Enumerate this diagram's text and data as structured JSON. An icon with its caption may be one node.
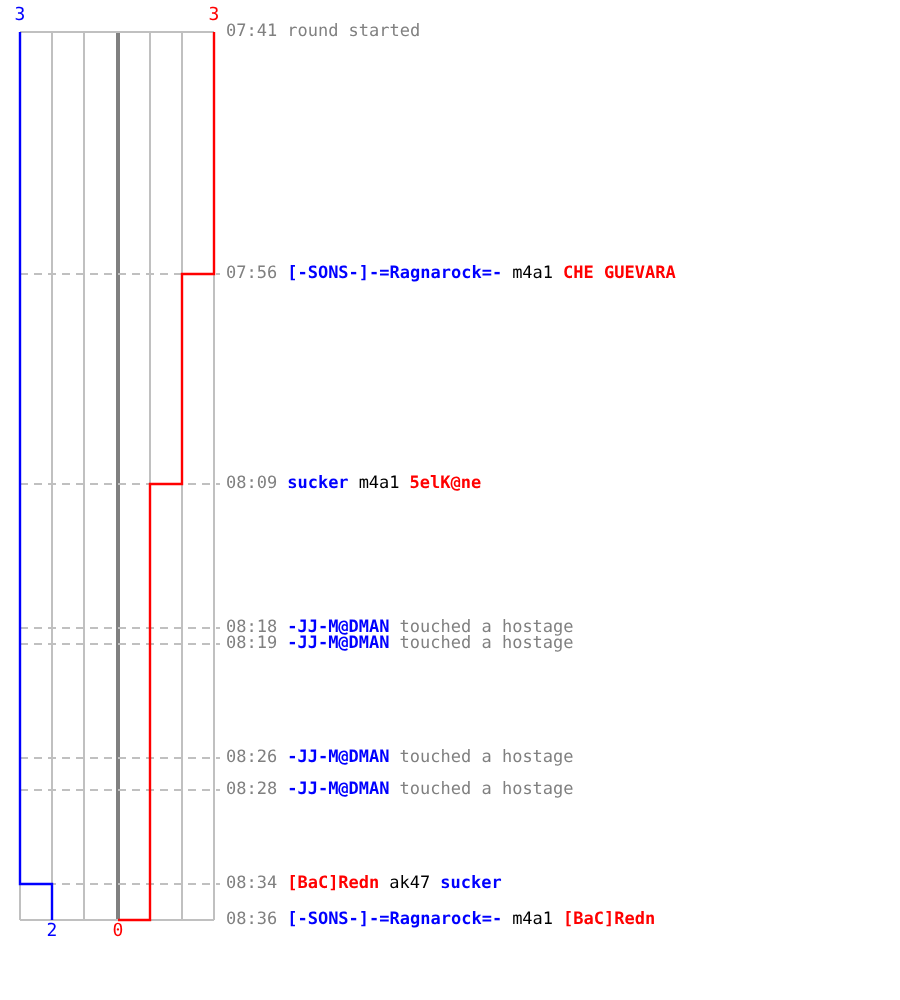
{
  "diagram": {
    "labels": [
      "3",
      "3",
      "07:41",
      "round started",
      "07:56",
      "[-SONS-]-=Ragnarock=-",
      "m4a1",
      "CHE GUEVARA",
      "08:09",
      "sucker",
      "m4a1",
      "5elK@ne",
      "08:18",
      "-JJ-M@DMAN",
      "touched a hostage",
      "08:19",
      "-JJ-M@DMAN",
      "touched a hostage",
      "08:26",
      "-JJ-M@DMAN",
      "touched a hostage",
      "08:28",
      "-JJ-M@DMAN",
      "touched a hostage",
      "08:34",
      "[BaC]Redn",
      "ak47",
      "sucker",
      "08:36",
      "[-SONS-]-=Ragnarock=-",
      "m4a1",
      "[BaC]Redn",
      "2",
      "0"
    ]
  }
}
